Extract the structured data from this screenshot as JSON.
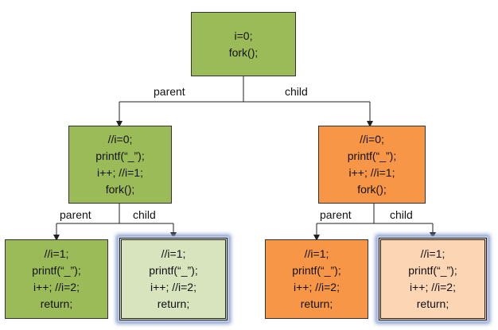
{
  "nodes": {
    "root": [
      "i=0;",
      "fork();"
    ],
    "parent": [
      "//i=0;",
      "printf(“_”);",
      "i++; //i=1;",
      "fork();"
    ],
    "child": [
      "//i=0;",
      "printf(“_”);",
      "i++; //i=1;",
      "fork();"
    ],
    "parent_parent": [
      "//i=1;",
      "printf(“_”);",
      "i++; //i=2;",
      "return;"
    ],
    "parent_child": [
      "//i=1;",
      "printf(“_”);",
      "i++; //i=2;",
      "return;"
    ],
    "child_parent": [
      "//i=1;",
      "printf(“_”);",
      "i++; //i=2;",
      "return;"
    ],
    "child_child": [
      "//i=1;",
      "printf(“_”);",
      "i++; //i=2;",
      "return;"
    ]
  },
  "edge_labels": {
    "root_left": "parent",
    "root_right": "child",
    "left_left": "parent",
    "left_right": "child",
    "right_left": "parent",
    "right_right": "child"
  },
  "colors": {
    "parent_process": "#9bbb59",
    "child_process": "#f79646",
    "parent_process_light": "#d7e4bd",
    "child_process_light": "#fcd5b5",
    "highlight_glow": "#7f95c7"
  }
}
